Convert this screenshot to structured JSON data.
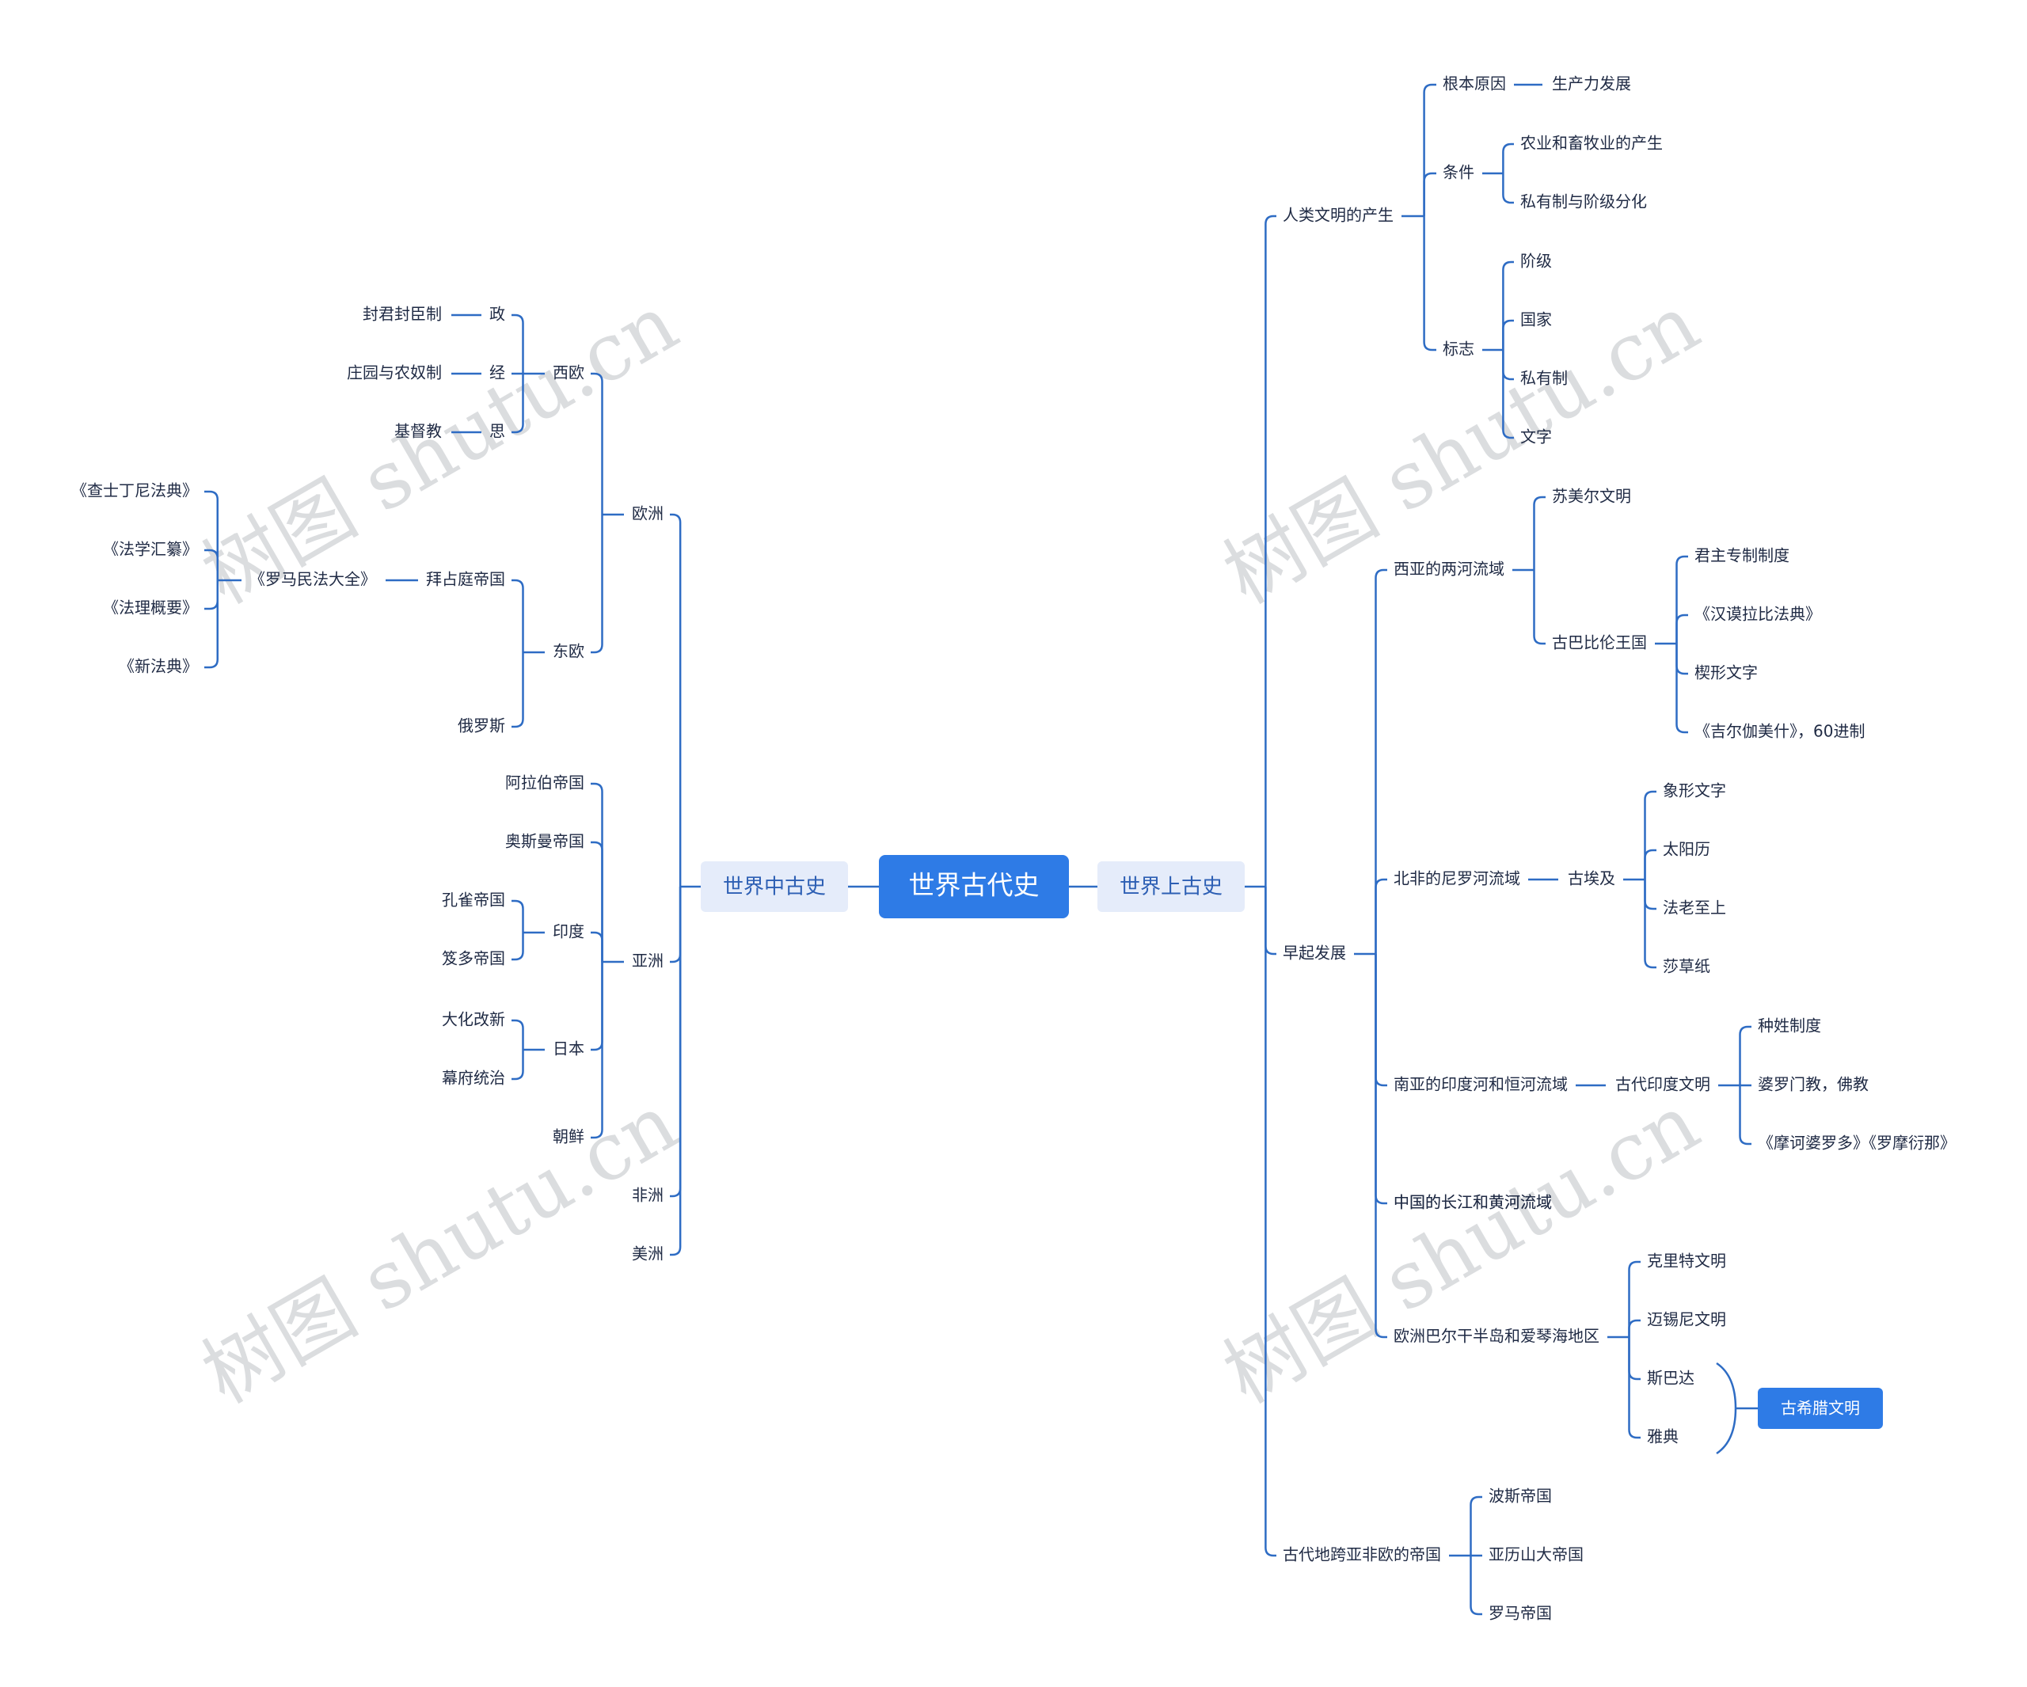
{
  "root": "世界古代史",
  "watermark": "树图 shutu.cn",
  "colors": {
    "line": "#2e6cc4",
    "root_bg": "#2e7be6",
    "level1_bg": "#e5ecfa",
    "level1_text": "#2d5fb4",
    "text": "#1f2a44",
    "badge_bg": "#2e7be6"
  },
  "left": {
    "label": "世界中古史",
    "children": [
      {
        "label": "欧洲",
        "children": [
          {
            "label": "西欧",
            "children": [
              {
                "label": "政",
                "children": [
                  {
                    "label": "封君封臣制"
                  }
                ]
              },
              {
                "label": "经",
                "children": [
                  {
                    "label": "庄园与农奴制"
                  }
                ]
              },
              {
                "label": "思",
                "children": [
                  {
                    "label": "基督教"
                  }
                ]
              }
            ]
          },
          {
            "label": "东欧",
            "children": [
              {
                "label": "拜占庭帝国",
                "children": [
                  {
                    "label": "《罗马民法大全》",
                    "children": [
                      {
                        "label": "《查士丁尼法典》"
                      },
                      {
                        "label": "《法学汇纂》"
                      },
                      {
                        "label": "《法理概要》"
                      },
                      {
                        "label": "《新法典》"
                      }
                    ]
                  }
                ]
              },
              {
                "label": "俄罗斯"
              }
            ]
          }
        ]
      },
      {
        "label": "亚洲",
        "children": [
          {
            "label": "阿拉伯帝国"
          },
          {
            "label": "奥斯曼帝国"
          },
          {
            "label": "印度",
            "children": [
              {
                "label": "孔雀帝国"
              },
              {
                "label": "笈多帝国"
              }
            ]
          },
          {
            "label": "日本",
            "children": [
              {
                "label": "大化改新"
              },
              {
                "label": "幕府统治"
              }
            ]
          },
          {
            "label": "朝鲜"
          }
        ]
      },
      {
        "label": "非洲"
      },
      {
        "label": "美洲"
      }
    ]
  },
  "right": {
    "label": "世界上古史",
    "children": [
      {
        "label": "人类文明的产生",
        "children": [
          {
            "label": "根本原因",
            "children": [
              {
                "label": "生产力发展"
              }
            ]
          },
          {
            "label": "条件",
            "children": [
              {
                "label": "农业和畜牧业的产生"
              },
              {
                "label": "私有制与阶级分化"
              }
            ]
          },
          {
            "label": "标志",
            "children": [
              {
                "label": "阶级"
              },
              {
                "label": "国家"
              },
              {
                "label": "私有制"
              },
              {
                "label": "文字"
              }
            ]
          }
        ]
      },
      {
        "label": "早起发展",
        "children": [
          {
            "label": "西亚的两河流域",
            "children": [
              {
                "label": "苏美尔文明"
              },
              {
                "label": "古巴比伦王国",
                "children": [
                  {
                    "label": "君主专制制度"
                  },
                  {
                    "label": "《汉谟拉比法典》"
                  },
                  {
                    "label": "楔形文字"
                  },
                  {
                    "label": "《吉尔伽美什》，60进制"
                  }
                ]
              }
            ]
          },
          {
            "label": "北非的尼罗河流域",
            "children": [
              {
                "label": "古埃及",
                "children": [
                  {
                    "label": "象形文字"
                  },
                  {
                    "label": "太阳历"
                  },
                  {
                    "label": "法老至上"
                  },
                  {
                    "label": "莎草纸"
                  }
                ]
              }
            ]
          },
          {
            "label": "南亚的印度河和恒河流域",
            "children": [
              {
                "label": "古代印度文明",
                "children": [
                  {
                    "label": "种姓制度"
                  },
                  {
                    "label": "婆罗门教，佛教"
                  },
                  {
                    "label": "《摩诃婆罗多》《罗摩衍那》"
                  }
                ]
              }
            ]
          },
          {
            "label": "中国的长江和黄河流域"
          },
          {
            "label": "欧洲巴尔干半岛和爱琴海地区",
            "children": [
              {
                "label": "克里特文明"
              },
              {
                "label": "迈锡尼文明"
              },
              {
                "label": "斯巴达"
              },
              {
                "label": "雅典"
              }
            ]
          }
        ]
      },
      {
        "label": "古代地跨亚非欧的帝国",
        "children": [
          {
            "label": "波斯帝国"
          },
          {
            "label": "亚历山大帝国"
          },
          {
            "label": "罗马帝国"
          }
        ]
      }
    ]
  },
  "summary": {
    "label": "古希腊文明"
  }
}
